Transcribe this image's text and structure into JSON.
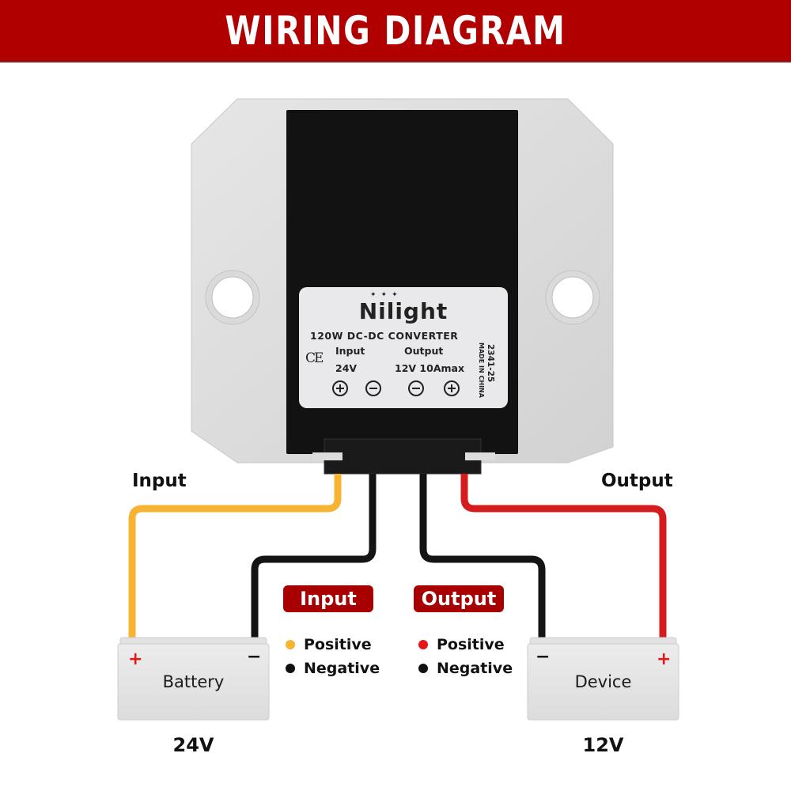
{
  "header": {
    "title": "WIRING DIAGRAM",
    "background_color": "#b00000"
  },
  "converter": {
    "brand": "Nilight",
    "brand_stars": "✦✦✦",
    "model_title": "120W DC-DC CONVERTER",
    "certification": "CE",
    "input_label": "Input",
    "input_voltage": "24V",
    "output_label": "Output",
    "output_rating": "12V 10Amax",
    "terminal_symbols": [
      "+",
      "−",
      "−",
      "+"
    ],
    "serial": "2341-25",
    "origin": "MADE IN CHINA"
  },
  "side_labels": {
    "input": "Input",
    "output": "Output"
  },
  "legend": {
    "input": {
      "title": "Input",
      "items": [
        {
          "label": "Positive",
          "color": "#f7b433"
        },
        {
          "label": "Negative",
          "color": "#111111"
        }
      ]
    },
    "output": {
      "title": "Output",
      "items": [
        {
          "label": "Positive",
          "color": "#e8141a"
        },
        {
          "label": "Negative",
          "color": "#111111"
        }
      ]
    }
  },
  "battery": {
    "label": "Battery",
    "voltage": "24V",
    "positive_sign": "+",
    "negative_sign": "−"
  },
  "device": {
    "label": "Device",
    "voltage": "12V",
    "positive_sign": "+",
    "negative_sign": "−"
  },
  "wires": [
    {
      "name": "input-positive",
      "color": "#f7b433"
    },
    {
      "name": "input-negative",
      "color": "#141414"
    },
    {
      "name": "output-negative",
      "color": "#141414"
    },
    {
      "name": "output-positive",
      "color": "#d41c1c"
    }
  ]
}
